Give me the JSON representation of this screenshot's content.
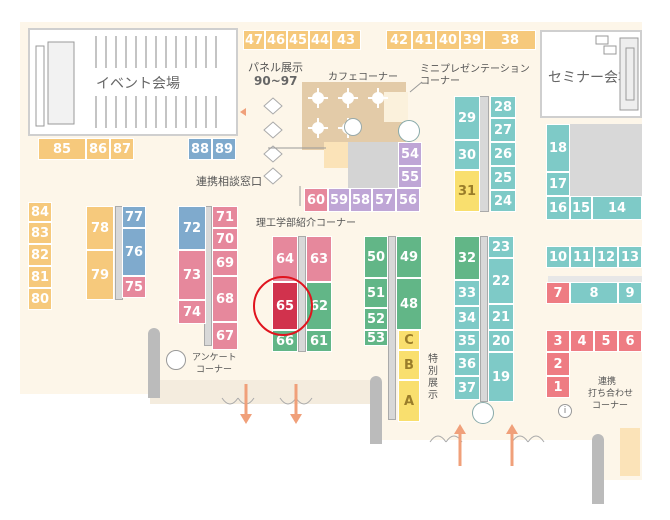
{
  "labels": {
    "event_hall": "イベント会場",
    "seminar_hall": "セミナー会場",
    "panel_exhibit_line1": "パネル展示",
    "panel_exhibit_line2": "90~97",
    "cafe_corner": "カフェコーナー",
    "mini_presentation_line1": "ミニプレゼンテーション",
    "mini_presentation_line2": "コーナー",
    "collab_consult": "連携相談窓口",
    "science_dept_corner": "理工学部紹介コーナー",
    "survey_line1": "アンケート",
    "survey_line2": "コーナー",
    "special_exhibit": "特別展示",
    "collab_meeting_line1": "連携",
    "collab_meeting_line2": "打ち合わせ",
    "collab_meeting_line3": "コーナー",
    "info_icon_glyph": "i"
  },
  "highlighted_booth": "65",
  "colors": {
    "orange": "#f6c97c",
    "steel_blue": "#7faacd",
    "pink": "#e6889c",
    "crimson": "#d1324d",
    "green": "#62b687",
    "teal": "#7ecac7",
    "yellow": "#f9df6e",
    "lavender": "#bfa6d6",
    "salmon": "#ee7c83",
    "highlight_ring": "#e0141e",
    "floor": "#fdf6e9"
  },
  "booths": [
    {
      "id": "47",
      "color": "orange"
    },
    {
      "id": "46",
      "color": "orange"
    },
    {
      "id": "45",
      "color": "orange"
    },
    {
      "id": "44",
      "color": "orange"
    },
    {
      "id": "43",
      "color": "orange"
    },
    {
      "id": "42",
      "color": "orange"
    },
    {
      "id": "41",
      "color": "orange"
    },
    {
      "id": "40",
      "color": "orange"
    },
    {
      "id": "39",
      "color": "orange"
    },
    {
      "id": "38",
      "color": "orange"
    },
    {
      "id": "85",
      "color": "orange"
    },
    {
      "id": "86",
      "color": "orange"
    },
    {
      "id": "87",
      "color": "orange"
    },
    {
      "id": "88",
      "color": "steel_blue"
    },
    {
      "id": "89",
      "color": "steel_blue"
    },
    {
      "id": "84",
      "color": "orange"
    },
    {
      "id": "83",
      "color": "orange"
    },
    {
      "id": "82",
      "color": "orange"
    },
    {
      "id": "81",
      "color": "orange"
    },
    {
      "id": "80",
      "color": "orange"
    },
    {
      "id": "78",
      "color": "orange"
    },
    {
      "id": "79",
      "color": "orange"
    },
    {
      "id": "77",
      "color": "steel_blue"
    },
    {
      "id": "76",
      "color": "steel_blue"
    },
    {
      "id": "75",
      "color": "pink"
    },
    {
      "id": "72",
      "color": "steel_blue"
    },
    {
      "id": "73",
      "color": "pink"
    },
    {
      "id": "74",
      "color": "pink"
    },
    {
      "id": "71",
      "color": "pink"
    },
    {
      "id": "70",
      "color": "pink"
    },
    {
      "id": "69",
      "color": "pink"
    },
    {
      "id": "68",
      "color": "pink"
    },
    {
      "id": "67",
      "color": "pink"
    },
    {
      "id": "64",
      "color": "pink"
    },
    {
      "id": "65",
      "color": "crimson"
    },
    {
      "id": "66",
      "color": "green"
    },
    {
      "id": "63",
      "color": "pink"
    },
    {
      "id": "62",
      "color": "green"
    },
    {
      "id": "61",
      "color": "green"
    },
    {
      "id": "60",
      "color": "pink"
    },
    {
      "id": "59",
      "color": "lavender"
    },
    {
      "id": "58",
      "color": "lavender"
    },
    {
      "id": "57",
      "color": "lavender"
    },
    {
      "id": "56",
      "color": "lavender"
    },
    {
      "id": "54",
      "color": "lavender"
    },
    {
      "id": "55",
      "color": "lavender"
    },
    {
      "id": "50",
      "color": "green"
    },
    {
      "id": "51",
      "color": "green"
    },
    {
      "id": "52",
      "color": "green"
    },
    {
      "id": "53",
      "color": "green"
    },
    {
      "id": "49",
      "color": "green"
    },
    {
      "id": "48",
      "color": "green"
    },
    {
      "id": "C",
      "color": "yellow"
    },
    {
      "id": "B",
      "color": "yellow"
    },
    {
      "id": "A",
      "color": "yellow"
    },
    {
      "id": "32",
      "color": "green"
    },
    {
      "id": "33",
      "color": "teal"
    },
    {
      "id": "34",
      "color": "teal"
    },
    {
      "id": "35",
      "color": "teal"
    },
    {
      "id": "36",
      "color": "teal"
    },
    {
      "id": "37",
      "color": "teal"
    },
    {
      "id": "23",
      "color": "teal"
    },
    {
      "id": "22",
      "color": "teal"
    },
    {
      "id": "21",
      "color": "teal"
    },
    {
      "id": "20",
      "color": "teal"
    },
    {
      "id": "19",
      "color": "teal"
    },
    {
      "id": "29",
      "color": "teal"
    },
    {
      "id": "30",
      "color": "teal"
    },
    {
      "id": "31",
      "color": "yellow"
    },
    {
      "id": "28",
      "color": "teal"
    },
    {
      "id": "27",
      "color": "teal"
    },
    {
      "id": "26",
      "color": "teal"
    },
    {
      "id": "25",
      "color": "teal"
    },
    {
      "id": "24",
      "color": "teal"
    },
    {
      "id": "18",
      "color": "teal"
    },
    {
      "id": "17",
      "color": "teal"
    },
    {
      "id": "16",
      "color": "teal"
    },
    {
      "id": "15",
      "color": "teal"
    },
    {
      "id": "14",
      "color": "teal"
    },
    {
      "id": "10",
      "color": "teal"
    },
    {
      "id": "11",
      "color": "teal"
    },
    {
      "id": "12",
      "color": "teal"
    },
    {
      "id": "13",
      "color": "teal"
    },
    {
      "id": "7",
      "color": "salmon"
    },
    {
      "id": "8",
      "color": "teal"
    },
    {
      "id": "9",
      "color": "teal"
    },
    {
      "id": "3",
      "color": "salmon"
    },
    {
      "id": "4",
      "color": "salmon"
    },
    {
      "id": "5",
      "color": "salmon"
    },
    {
      "id": "6",
      "color": "salmon"
    },
    {
      "id": "2",
      "color": "salmon"
    },
    {
      "id": "1",
      "color": "salmon"
    }
  ]
}
